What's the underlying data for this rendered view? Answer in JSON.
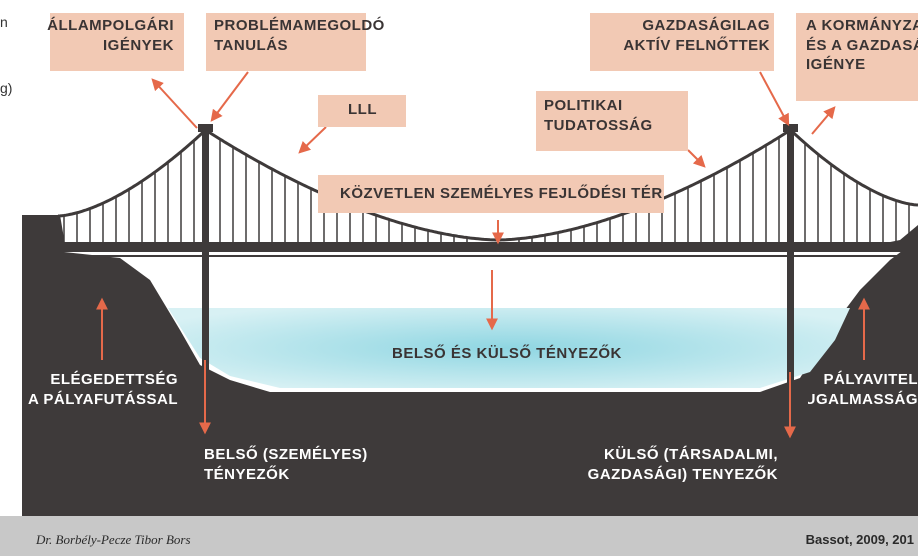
{
  "labels": {
    "top_left_1": "ÁLLAMPOLGÁRI\nIGÉNYEK",
    "top_left_2": "PROBLÉMAMEGOLDÓ\nTANULÁS",
    "lll": "LLL",
    "political": "POLITIKAI\nTUDATOSSÁG",
    "top_right_1": "GAZDASÁGILAG\nAKTÍV FELNŐTTEK",
    "top_right_2": "A KORMÁNYZA\nÉS A GAZDASÁ\nIGÉNYE",
    "center": "KÖZVETLEN SZEMÉLYES FEJLŐDÉSI TÉR",
    "water": "BELSŐ ÉS KÜLSŐ TÉNYEZŐK",
    "left_cliff": "ELÉGEDETTSÉG\nA PÁLYAFUTÁSSAL",
    "right_cliff": "PÁLYAVITEL\nRUGALMASSÁG",
    "inner_factors": "BELSŐ (SZEMÉLYES)\nTÉNYEZŐK",
    "outer_factors": "KÜLSŐ (TÁRSADALMI,\nGAZDASÁGI) TENYEZŐK"
  },
  "footer": {
    "author": "Dr. Borbély-Pecze Tibor Bors",
    "source": "Bassot, 2009, 201"
  },
  "margin": {
    "left_fragment_1": "n",
    "left_fragment_2": "g)"
  },
  "colors": {
    "dark": "#3e3a3a",
    "label_box": "#f2c9b4",
    "arrow": "#e5694a",
    "water": "#bfe8ee",
    "footer": "#c8c8c8"
  }
}
